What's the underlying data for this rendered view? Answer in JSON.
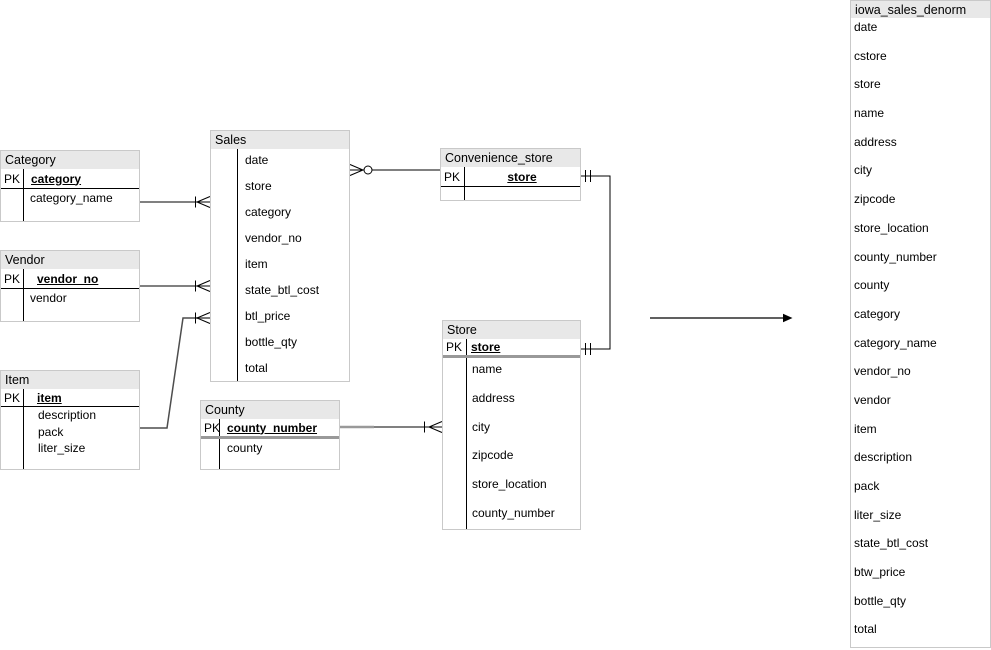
{
  "diagram": {
    "colors": {
      "header_bg": "#e8e8e8",
      "table_border": "#c9c9c9",
      "line": "#000000",
      "thick_separator": "#999999",
      "background": "#ffffff"
    },
    "entities": [
      {
        "id": "category",
        "title": "Category",
        "pk_label": "PK",
        "pk_fields": [
          "category"
        ],
        "fields": [
          "category_name"
        ]
      },
      {
        "id": "vendor",
        "title": "Vendor",
        "pk_label": "PK",
        "pk_fields": [
          "vendor_no"
        ],
        "fields": [
          "vendor"
        ]
      },
      {
        "id": "item",
        "title": "Item",
        "pk_label": "PK",
        "pk_fields": [
          "item"
        ],
        "fields": [
          "description",
          "pack",
          "liter_size"
        ]
      },
      {
        "id": "sales",
        "title": "Sales",
        "pk_label": "",
        "pk_fields": [],
        "fields": [
          "date",
          "store",
          "category",
          "vendor_no",
          "item",
          "state_btl_cost",
          "btl_price",
          "bottle_qty",
          "total"
        ]
      },
      {
        "id": "convenience_store",
        "title": "Convenience_store",
        "pk_label": "PK",
        "pk_fields": [
          "store"
        ],
        "fields": []
      },
      {
        "id": "store",
        "title": "Store",
        "pk_label": "PK",
        "pk_fields": [
          "store"
        ],
        "fields": [
          "name",
          "address",
          "city",
          "zipcode",
          "store_location",
          "county_number"
        ]
      },
      {
        "id": "county",
        "title": "County",
        "pk_label": "PK",
        "pk_fields": [
          "county_number"
        ],
        "fields": [
          "county"
        ]
      },
      {
        "id": "iowa_sales_denorm",
        "title": "iowa_sales_denorm",
        "pk_label": "",
        "pk_fields": [],
        "fields": [
          "date",
          "cstore",
          "store",
          "name",
          "address",
          "city",
          "zipcode",
          "store_location",
          "county_number",
          "county",
          "category",
          "category_name",
          "vendor_no",
          "vendor",
          "item",
          "description",
          "pack",
          "liter_size",
          "state_btl_cost",
          "btw_price",
          "bottle_qty",
          "total"
        ]
      }
    ],
    "relationships": [
      {
        "from": "Category",
        "to": "Sales",
        "to_cardinality": "one-or-many"
      },
      {
        "from": "Vendor",
        "to": "Sales",
        "to_cardinality": "one-or-many"
      },
      {
        "from": "Item",
        "to": "Sales",
        "to_cardinality": "one-or-many"
      },
      {
        "from": "Sales",
        "to": "Convenience_store",
        "from_cardinality": "zero-or-many"
      },
      {
        "from": "Convenience_store",
        "to": "Store",
        "cardinality": "one-to-one"
      },
      {
        "from": "County",
        "to": "Store",
        "to_cardinality": "one-or-many"
      },
      {
        "from": "diagram",
        "to": "iowa_sales_denorm",
        "type": "flow-arrow"
      }
    ]
  }
}
